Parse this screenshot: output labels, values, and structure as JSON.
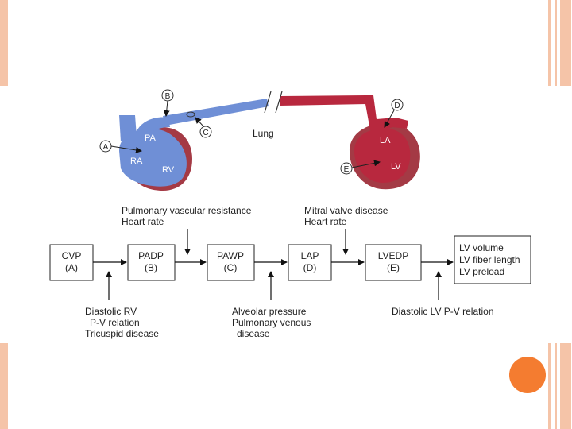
{
  "colors": {
    "stripe": "#f5c4a8",
    "orange_dot": "#f47c30",
    "venous_blue": "#6f8fd6",
    "arterial_red": "#b8283e",
    "myocardium": "#a43a45"
  },
  "heart": {
    "labels": {
      "pa": "PA",
      "ra": "RA",
      "rv": "RV",
      "la": "LA",
      "lv": "LV",
      "lung": "Lung"
    },
    "markers": {
      "a": "A",
      "b": "B",
      "c": "C",
      "d": "D",
      "e": "E"
    }
  },
  "flow": {
    "boxes": [
      {
        "name": "CVP",
        "sub": "(A)"
      },
      {
        "name": "PADP",
        "sub": "(B)"
      },
      {
        "name": "PAWP",
        "sub": "(C)"
      },
      {
        "name": "LAP",
        "sub": "(D)"
      },
      {
        "name": "LVEDP",
        "sub": "(E)"
      }
    ],
    "final_box": [
      "LV volume",
      "LV fiber length",
      "LV preload"
    ],
    "top_notes": [
      [
        "Pulmonary vascular resistance",
        "Heart rate"
      ],
      [
        "Mitral valve disease",
        "Heart rate"
      ]
    ],
    "bottom_notes": [
      [
        "Diastolic RV",
        "P-V relation",
        "Tricuspid disease"
      ],
      [
        "Alveolar pressure",
        "Pulmonary venous",
        "disease"
      ],
      [
        "Diastolic LV P-V relation"
      ]
    ]
  }
}
